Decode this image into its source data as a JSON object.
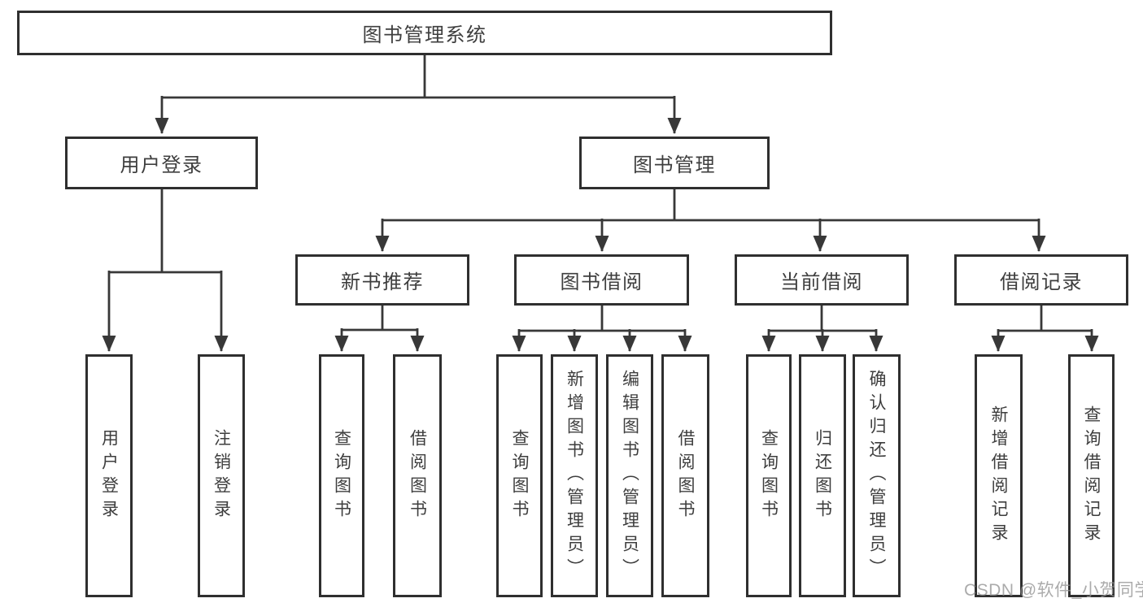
{
  "diagram": {
    "root": {
      "label": "图书管理系统"
    },
    "level2": [
      {
        "label": "用户登录"
      },
      {
        "label": "图书管理"
      }
    ],
    "level3": [
      {
        "label": "新书推荐"
      },
      {
        "label": "图书借阅"
      },
      {
        "label": "当前借阅"
      },
      {
        "label": "借阅记录"
      }
    ],
    "leaves": {
      "user_login": [
        "用户登录",
        "注销登录"
      ],
      "new_books": [
        "查询图书",
        "借阅图书"
      ],
      "book_borrow": [
        "查询图书",
        "新增图书（管理员）",
        "编辑图书（管理员）",
        "借阅图书"
      ],
      "current_borrow": [
        "查询图书",
        "归还图书",
        "确认归还（管理员）"
      ],
      "borrow_records": [
        "新增借阅记录",
        "查询借阅记录"
      ]
    }
  },
  "watermark": {
    "text": "CSDN @软件_小贺同学"
  },
  "colors": {
    "line": "#383838",
    "box_border": "#2f2f2f",
    "text": "#3e3e3e",
    "background": "#ffffff",
    "watermark": "#949494"
  }
}
